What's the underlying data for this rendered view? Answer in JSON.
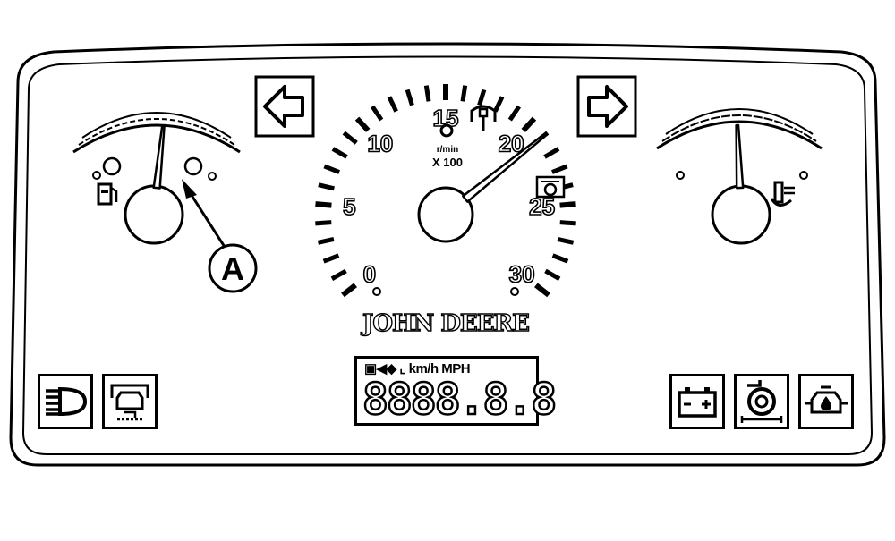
{
  "panel": {
    "brand": "JOHN DEERE",
    "callout": "A"
  },
  "tachometer": {
    "scale_labels": [
      "0",
      "5",
      "10",
      "15",
      "20",
      "25",
      "30"
    ],
    "unit_top": "r/min",
    "unit_bottom": "X 100",
    "reading": 21
  },
  "fuel_gauge": {
    "reading": 0.55
  },
  "temp_gauge": {
    "reading": 0.48
  },
  "display": {
    "indicators": "km/h MPH",
    "digits": "888888",
    "digit_text": "8888.8.8"
  },
  "icons": {
    "left_turn": "left-arrow-icon",
    "right_turn": "right-arrow-icon",
    "headlight": "headlight-icon",
    "reset": "engine-reset-icon",
    "battery": "battery-icon",
    "pto": "pto-icon",
    "oil": "oil-pressure-icon",
    "fuel": "fuel-pump-icon",
    "temperature": "coolant-temp-icon"
  }
}
